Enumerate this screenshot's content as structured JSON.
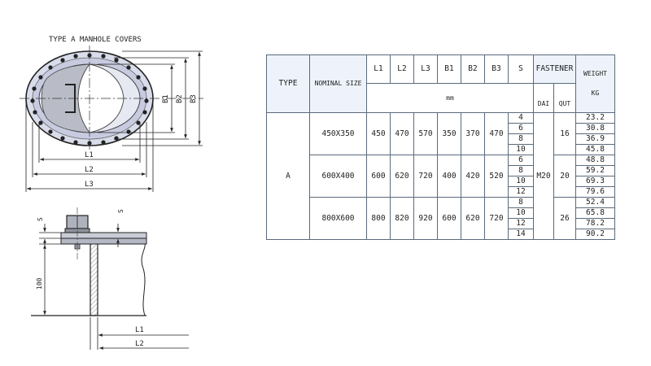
{
  "drawing": {
    "title": "TYPE A MANHOLE COVERS",
    "top_labels": {
      "l1": "L1",
      "l2": "L2",
      "l3": "L3",
      "b1": "B1",
      "b2": "B2",
      "b3": "B3"
    },
    "section_labels": {
      "s_left": "S",
      "s_right": "S",
      "h100": "100",
      "l1": "L1",
      "l2": "L2"
    }
  },
  "table": {
    "headers": {
      "type": "TYPE",
      "nominal": "NOMINAL SIZE",
      "l1": "L1",
      "l2": "L2",
      "l3": "L3",
      "b1": "B1",
      "b2": "B2",
      "b3": "B3",
      "s": "S",
      "fastener": "FASTENER",
      "weight": "WEIGHT",
      "weight_unit": "KG",
      "mm": "mm",
      "dai": "DAI",
      "qut": "QUT"
    },
    "type_value": "A",
    "dai_value": "M20",
    "groups": [
      {
        "nominal": "450X350",
        "l1": "450",
        "l2": "470",
        "l3": "570",
        "b1": "350",
        "b2": "370",
        "b3": "470",
        "qut": "16",
        "s": [
          "4",
          "6",
          "8",
          "10"
        ],
        "weight": [
          "23.2",
          "30.8",
          "36.9",
          "45.8"
        ]
      },
      {
        "nominal": "600X400",
        "l1": "600",
        "l2": "620",
        "l3": "720",
        "b1": "400",
        "b2": "420",
        "b3": "520",
        "qut": "20",
        "s": [
          "6",
          "8",
          "10",
          "12"
        ],
        "weight": [
          "48.8",
          "59.2",
          "69.3",
          "79.6"
        ]
      },
      {
        "nominal": "800X600",
        "l1": "800",
        "l2": "820",
        "l3": "920",
        "b1": "600",
        "b2": "620",
        "b3": "720",
        "qut": "26",
        "s": [
          "8",
          "10",
          "12",
          "14"
        ],
        "weight": [
          "52.4",
          "65.8",
          "78.2",
          "90.2"
        ]
      }
    ]
  }
}
